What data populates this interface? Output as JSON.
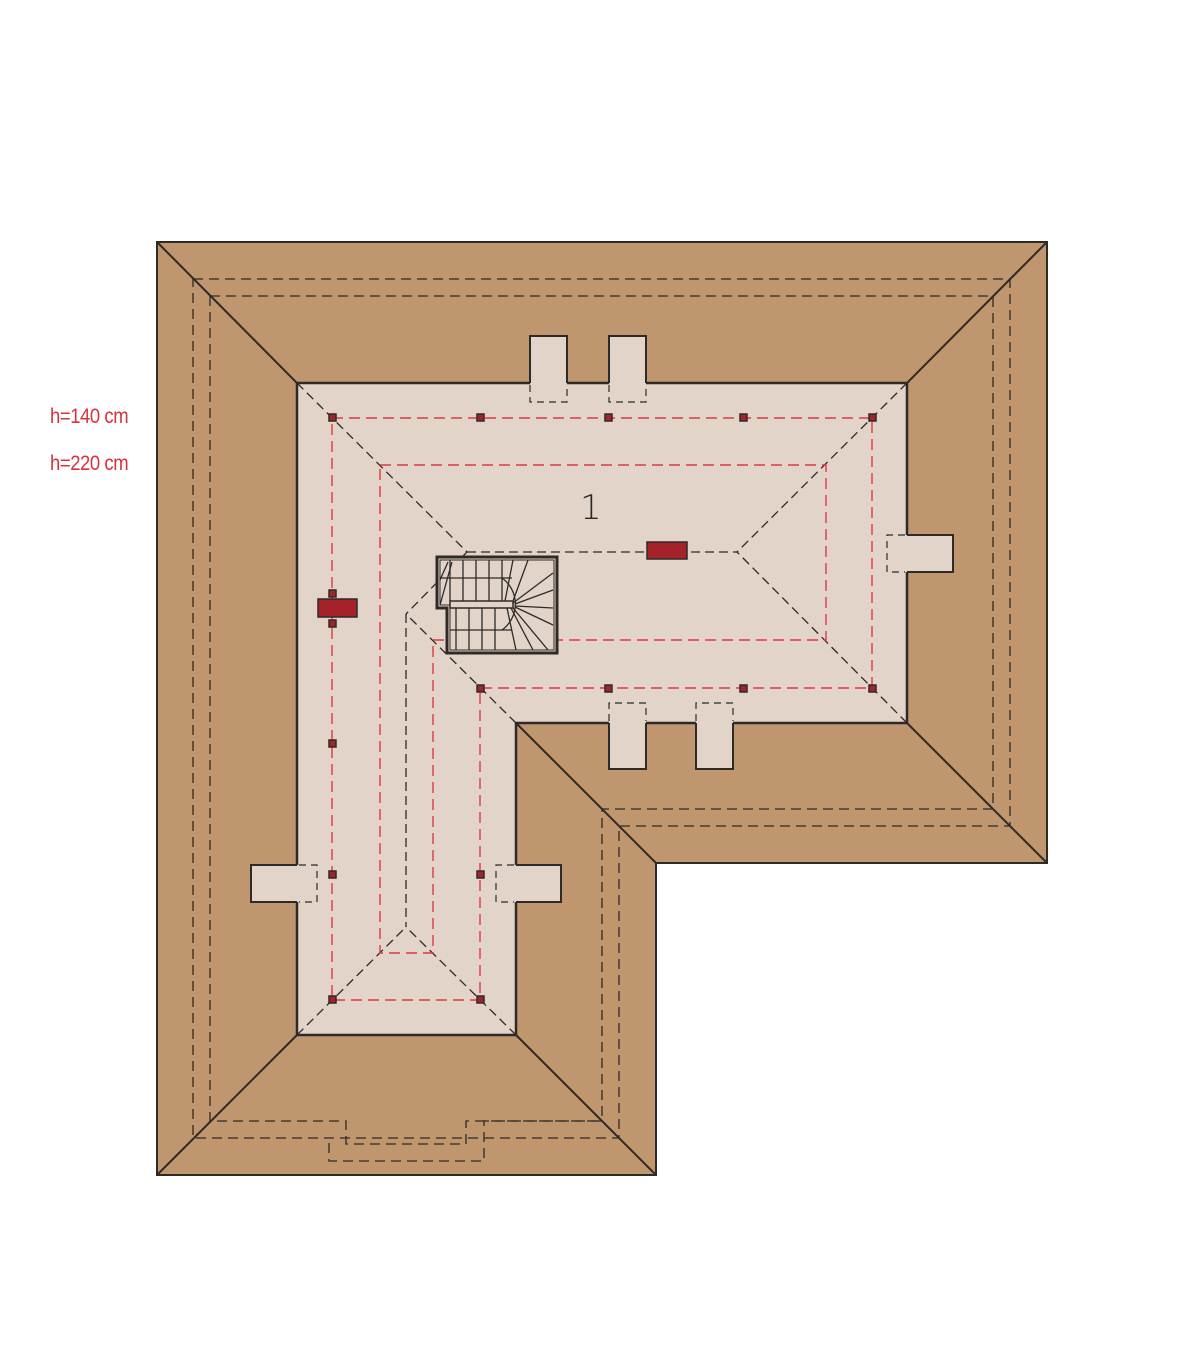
{
  "legend": {
    "height_low": "h=140 cm",
    "height_high": "h=220 cm",
    "color": "#d8323c"
  },
  "rooms": [
    {
      "number": "1"
    }
  ],
  "colors": {
    "roof": "#bf966e",
    "attic_floor": "#e2d4c8",
    "outline": "#2e2a28",
    "height_line": "#dc3a44",
    "chimney": "#a52328",
    "background": "#ffffff"
  },
  "elements": {
    "chimneys": 2,
    "dormers_roof_windows": 8,
    "staircase": "quarter-turn winder stair"
  }
}
